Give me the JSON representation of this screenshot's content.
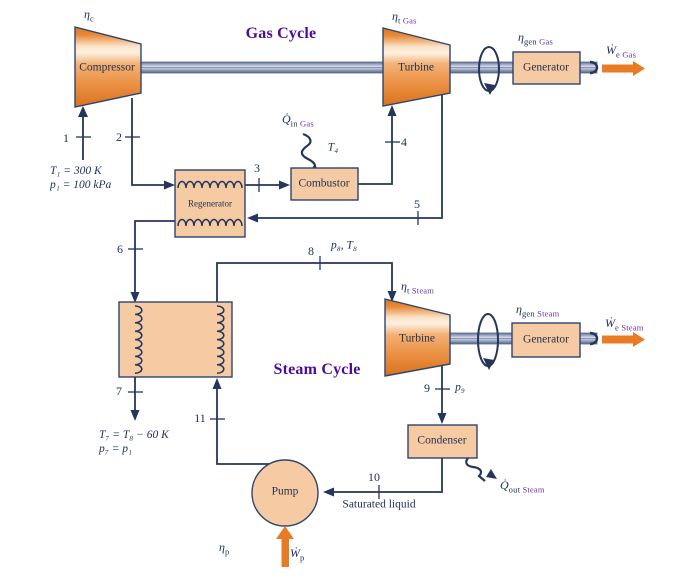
{
  "titles": {
    "gas": "Gas Cycle",
    "steam": "Steam Cycle"
  },
  "components": {
    "compressor": "Compressor",
    "gas_turbine": "Turbine",
    "gas_generator": "Generator",
    "regenerator": "Regenerator",
    "combustor": "Combustor",
    "steam_turbine": "Turbine",
    "steam_generator": "Generator",
    "condenser": "Condenser",
    "pump": "Pump"
  },
  "points": {
    "n1": "1",
    "n2": "2",
    "n3": "3",
    "n4": "4",
    "n5": "5",
    "n6": "6",
    "n7": "7",
    "n8": "8",
    "n9": "9",
    "n10": "10",
    "n11": "11"
  },
  "states": {
    "t1": "T₁ = 300 K",
    "pp1": "p₁ = 100 kPa",
    "t4": "T₄",
    "p8t8": "p₈, T₈",
    "p9": "p₉",
    "t7": "T₇ = T₈ − 60 K",
    "pp7": "p₇ = p₁",
    "saturated": "Saturated liquid"
  },
  "greek": {
    "eta_c": {
      "base": "η",
      "sub": "c"
    },
    "eta_t_gas": {
      "base": "η",
      "sub": "t ",
      "accent": "Gas"
    },
    "eta_gen_gas": {
      "base": "η",
      "sub": "gen ",
      "accent": "Gas"
    },
    "eta_t_steam": {
      "base": "η",
      "sub": "t ",
      "accent": "Steam"
    },
    "eta_gen_steam": {
      "base": "η",
      "sub": "gen ",
      "accent": "Steam"
    },
    "eta_p": {
      "base": "η",
      "sub": "p"
    },
    "w_e_gas": {
      "base": "Ẇ",
      "sub": "e ",
      "accent": "Gas"
    },
    "w_e_steam": {
      "base": "Ẇ",
      "sub": "e ",
      "accent": "Steam"
    },
    "w_p": {
      "base": "Ẇ",
      "sub": "p"
    },
    "q_in_gas": {
      "base": "Q̇",
      "sub": "in ",
      "accent": "Gas"
    },
    "q_out_steam": {
      "base": "Q̇",
      "sub": "out ",
      "accent": "Steam"
    }
  },
  "colors": {
    "line_navy": "#24365c",
    "text_navy": "#1b2f5e",
    "box_peach": "#f6caa2",
    "component_orange": "#ea8c3c",
    "shaft_gray": "#9aa7c0",
    "power_arrow_orange": "#e87c25",
    "accent_purple": "#7030a0",
    "title_purple": "#4a0d9b"
  }
}
